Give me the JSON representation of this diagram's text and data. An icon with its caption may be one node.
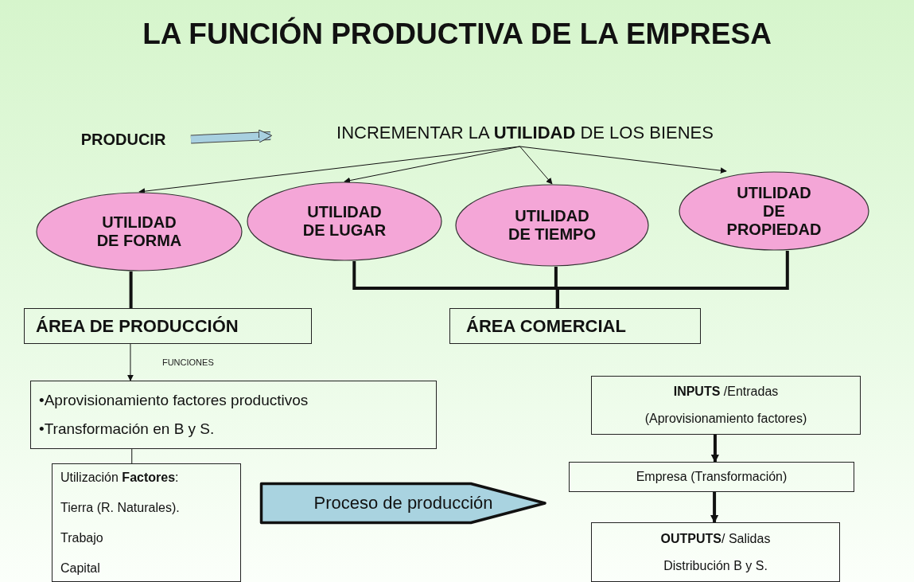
{
  "diagram": {
    "title": "LA FUNCIÓN PRODUCTIVA DE LA EMPRESA",
    "nodes": [
      {
        "text": [
          "PRODUCIR"
        ]
      },
      {
        "text": [
          "INCREMENTAR LA **UTILIDAD** DE LOS BIENES"
        ]
      },
      {
        "text": [
          "UTILIDAD DE FORMA"
        ]
      },
      {
        "text": [
          "UTILIDAD DE LUGAR"
        ]
      },
      {
        "text": [
          "UTILIDAD DE TIEMPO"
        ]
      },
      {
        "text": [
          "UTILIDAD DE PROPIEDAD"
        ]
      },
      {
        "text": [
          "ÁREA DE PRODUCCIÓN"
        ]
      },
      {
        "text": [
          "ÁREA COMERCIAL"
        ]
      },
      {
        "text": [
          "•Aprovisionamiento factores productivos",
          "•Transformación en B y S."
        ]
      },
      {
        "text": [
          "Utilización **Factores**:",
          "Tierra (R. Naturales).",
          "Trabajo",
          "Capital"
        ]
      },
      {
        "text": [
          "Proceso de producción"
        ]
      },
      {
        "text": [
          "**INPUTS** /Entradas",
          "(Aprovisionamiento factores)"
        ]
      },
      {
        "text": [
          "Empresa (Transformación)"
        ]
      },
      {
        "text": [
          "**OUTPUTS**/ Salidas",
          "Distribución  B y S."
        ]
      }
    ],
    "edges": [
      {
        "from": 0,
        "to": 1,
        "arrow": "to",
        "style": "thick",
        "color": "#a8d0e0"
      },
      {
        "from": 1,
        "to": 2,
        "arrow": "to"
      },
      {
        "from": 1,
        "to": 3,
        "arrow": "to"
      },
      {
        "from": 1,
        "to": 4,
        "arrow": "to"
      },
      {
        "from": 1,
        "to": 5,
        "arrow": "to"
      },
      {
        "from": 2,
        "to": 6,
        "arrow": "none"
      },
      {
        "from": 3,
        "to": 7,
        "arrow": "none"
      },
      {
        "from": 4,
        "to": 7,
        "arrow": "none"
      },
      {
        "from": 5,
        "to": 7,
        "arrow": "none"
      },
      {
        "from": 6,
        "to": 8,
        "arrow": "to",
        "label": "FUNCIONES"
      },
      {
        "from": 8,
        "to": 9,
        "arrow": "none"
      },
      {
        "from": 11,
        "to": 12,
        "arrow": "to"
      },
      {
        "from": 12,
        "to": 13,
        "arrow": "to"
      }
    ]
  }
}
